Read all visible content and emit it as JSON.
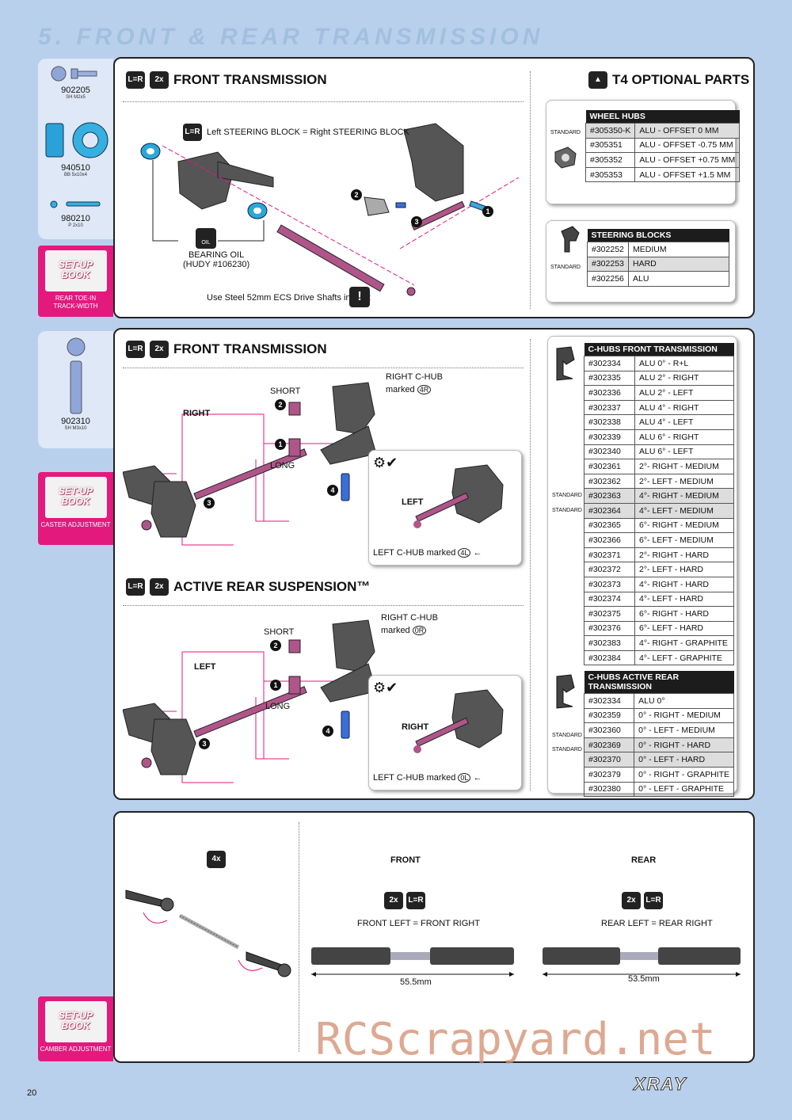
{
  "page_title": "5. FRONT & REAR TRANSMISSION",
  "page_number": "20",
  "brand": "XRAY",
  "watermark": "RCScrapyard.net",
  "sidebar1": {
    "parts": [
      {
        "code": "902205",
        "desc": "SH M2x5"
      },
      {
        "code": "940510",
        "desc": "BB 5x10x4"
      },
      {
        "code": "980210",
        "desc": "P 2x10"
      }
    ],
    "setup_book": "SET-UP BOOK",
    "setup_caption": "REAR TOE-IN\nTRACK-WIDTH"
  },
  "sidebar2": {
    "parts": [
      {
        "code": "902310",
        "desc": "SH M3x10"
      }
    ],
    "setup_book": "SET-UP BOOK",
    "setup_caption": "CASTER ADJUSTMENT"
  },
  "sidebar3": {
    "setup_book": "SET-UP BOOK",
    "setup_caption": "CAMBER ADJUSTMENT"
  },
  "icons": {
    "lr": "L=R",
    "two_x": "2x",
    "four_x": "4x",
    "oil": "OIL"
  },
  "panel1": {
    "heading": "FRONT TRANSMISSION",
    "note_lr": "Left STEERING BLOCK = Right STEERING BLOCK",
    "oil_label": "BEARING OIL",
    "oil_ref": "(HUDY #106230)",
    "drive_note": "Use Steel 52mm ECS Drive Shafts in front",
    "nums": [
      "1",
      "2",
      "3"
    ]
  },
  "optional": {
    "heading": "T4 OPTIONAL PARTS",
    "wheel_hubs": {
      "title": "WHEEL HUBS",
      "std": "STANDARD",
      "rows": [
        [
          "#305350-K",
          "ALU - OFFSET 0 MM"
        ],
        [
          "#305351",
          "ALU - OFFSET -0.75 MM"
        ],
        [
          "#305352",
          "ALU - OFFSET +0.75 MM"
        ],
        [
          "#305353",
          "ALU - OFFSET +1.5 MM"
        ]
      ]
    },
    "steering_blocks": {
      "title": "STEERING BLOCKS",
      "std": "STANDARD",
      "rows": [
        [
          "#302252",
          "MEDIUM"
        ],
        [
          "#302253",
          "HARD"
        ],
        [
          "#302256",
          "ALU"
        ]
      ]
    }
  },
  "panel2": {
    "heading_front": "FRONT TRANSMISSION",
    "heading_rear": "ACTIVE REAR SUSPENSION™",
    "front": {
      "side": "RIGHT",
      "short": "SHORT",
      "long": "LONG",
      "chub": "RIGHT C-HUB",
      "marked": "marked",
      "mark": "4R",
      "inset_side": "LEFT",
      "inset_label": "LEFT C-HUB marked",
      "inset_mark": "4L"
    },
    "rear": {
      "side": "LEFT",
      "short": "SHORT",
      "long": "LONG",
      "chub": "RIGHT C-HUB",
      "marked": "marked",
      "mark": "0R",
      "inset_side": "RIGHT",
      "inset_label": "LEFT C-HUB marked",
      "inset_mark": "0L"
    },
    "nums": [
      "1",
      "2",
      "3",
      "4"
    ]
  },
  "chubs": {
    "front_title": "C-HUBS FRONT TRANSMISSION",
    "front_rows": [
      [
        "#302334",
        "ALU 0° - R+L"
      ],
      [
        "#302335",
        "ALU 2° - RIGHT"
      ],
      [
        "#302336",
        "ALU 2° - LEFT"
      ],
      [
        "#302337",
        "ALU 4° - RIGHT"
      ],
      [
        "#302338",
        "ALU 4° - LEFT"
      ],
      [
        "#302339",
        "ALU 6° - RIGHT"
      ],
      [
        "#302340",
        "ALU 6° - LEFT"
      ],
      [
        "#302361",
        "2°- RIGHT - MEDIUM"
      ],
      [
        "#302362",
        "2°- LEFT - MEDIUM"
      ],
      [
        "#302363",
        "4°- RIGHT - MEDIUM"
      ],
      [
        "#302364",
        "4°- LEFT - MEDIUM"
      ],
      [
        "#302365",
        "6°- RIGHT - MEDIUM"
      ],
      [
        "#302366",
        "6°- LEFT - MEDIUM"
      ],
      [
        "#302371",
        "2°- RIGHT - HARD"
      ],
      [
        "#302372",
        "2°- LEFT - HARD"
      ],
      [
        "#302373",
        "4°- RIGHT - HARD"
      ],
      [
        "#302374",
        "4°- LEFT - HARD"
      ],
      [
        "#302375",
        "6°- RIGHT - HARD"
      ],
      [
        "#302376",
        "6°- LEFT - HARD"
      ],
      [
        "#302383",
        "4°- RIGHT - GRAPHITE"
      ],
      [
        "#302384",
        "4°- LEFT - GRAPHITE"
      ]
    ],
    "rear_title": "C-HUBS ACTIVE REAR TRANSMISSION",
    "rear_rows": [
      [
        "#302334",
        "ALU 0°"
      ],
      [
        "#302359",
        "0° - RIGHT - MEDIUM"
      ],
      [
        "#302360",
        "0° - LEFT - MEDIUM"
      ],
      [
        "#302369",
        "0° - RIGHT - HARD"
      ],
      [
        "#302370",
        "0° - LEFT - HARD"
      ],
      [
        "#302379",
        "0° - RIGHT - GRAPHITE"
      ],
      [
        "#302380",
        "0° - LEFT - GRAPHITE"
      ]
    ],
    "std": "STANDARD"
  },
  "panel3": {
    "front_label": "FRONT",
    "front_note": "FRONT LEFT = FRONT RIGHT",
    "front_dim": "55.5mm",
    "rear_label": "REAR",
    "rear_note": "REAR LEFT = REAR RIGHT",
    "rear_dim": "53.5mm"
  }
}
